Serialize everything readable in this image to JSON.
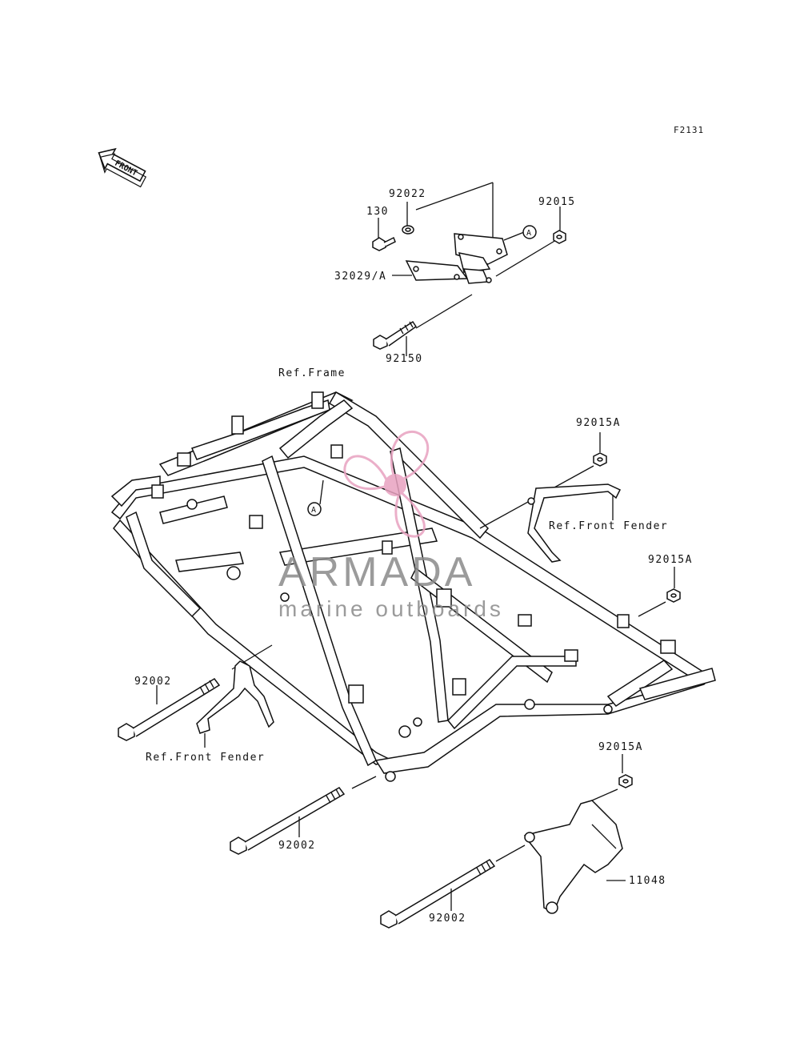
{
  "figure_code": "F2131",
  "front_label": "FRONT",
  "ref_mark": "A",
  "watermark": {
    "brand": "ARMADA",
    "tagline": "marine outboards",
    "color_logo": "#e8a2c0",
    "color_text": "#8a8a8a"
  },
  "labels": {
    "p92022": "92022",
    "p130": "130",
    "p92015": "92015",
    "p32029": "32029/A",
    "p92150": "92150",
    "ref_frame": "Ref.Frame",
    "p92015a_1": "92015A",
    "ref_front_fender_1": "Ref.Front Fender",
    "p92015a_2": "92015A",
    "p92002_1": "92002",
    "ref_front_fender_2": "Ref.Front Fender",
    "p92015a_3": "92015A",
    "p92002_2": "92002",
    "p11048": "11048",
    "p92002_3": "92002"
  }
}
